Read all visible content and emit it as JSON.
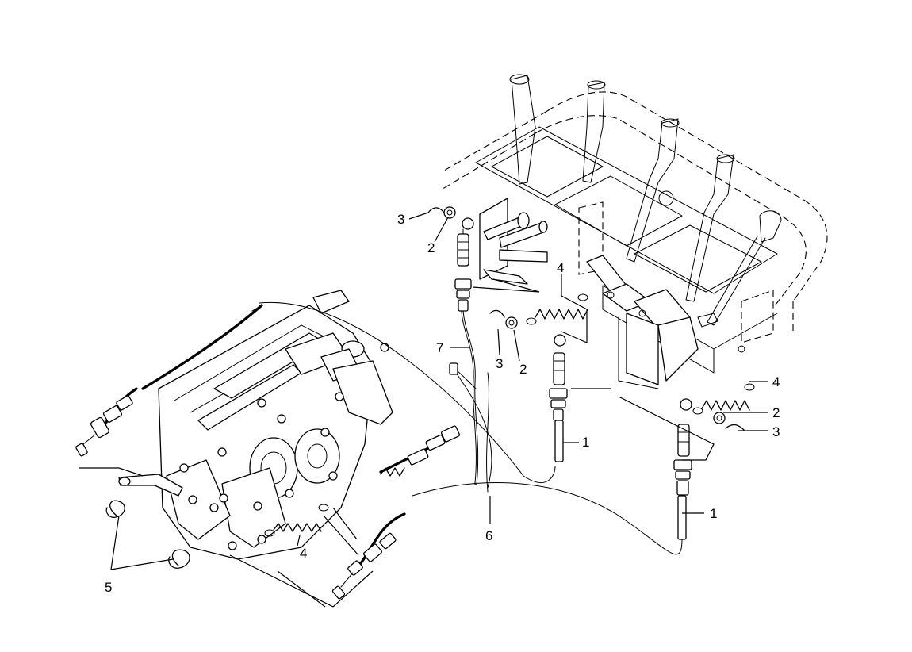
{
  "diagram": {
    "callouts": {
      "c1a": "1",
      "c1b": "1",
      "c2a": "2",
      "c2b": "2",
      "c2c": "2",
      "c3a": "3",
      "c3b": "3",
      "c3c": "3",
      "c4a": "4",
      "c4b": "4",
      "c4c": "4",
      "c5": "5",
      "c6": "6",
      "c7": "7"
    }
  }
}
